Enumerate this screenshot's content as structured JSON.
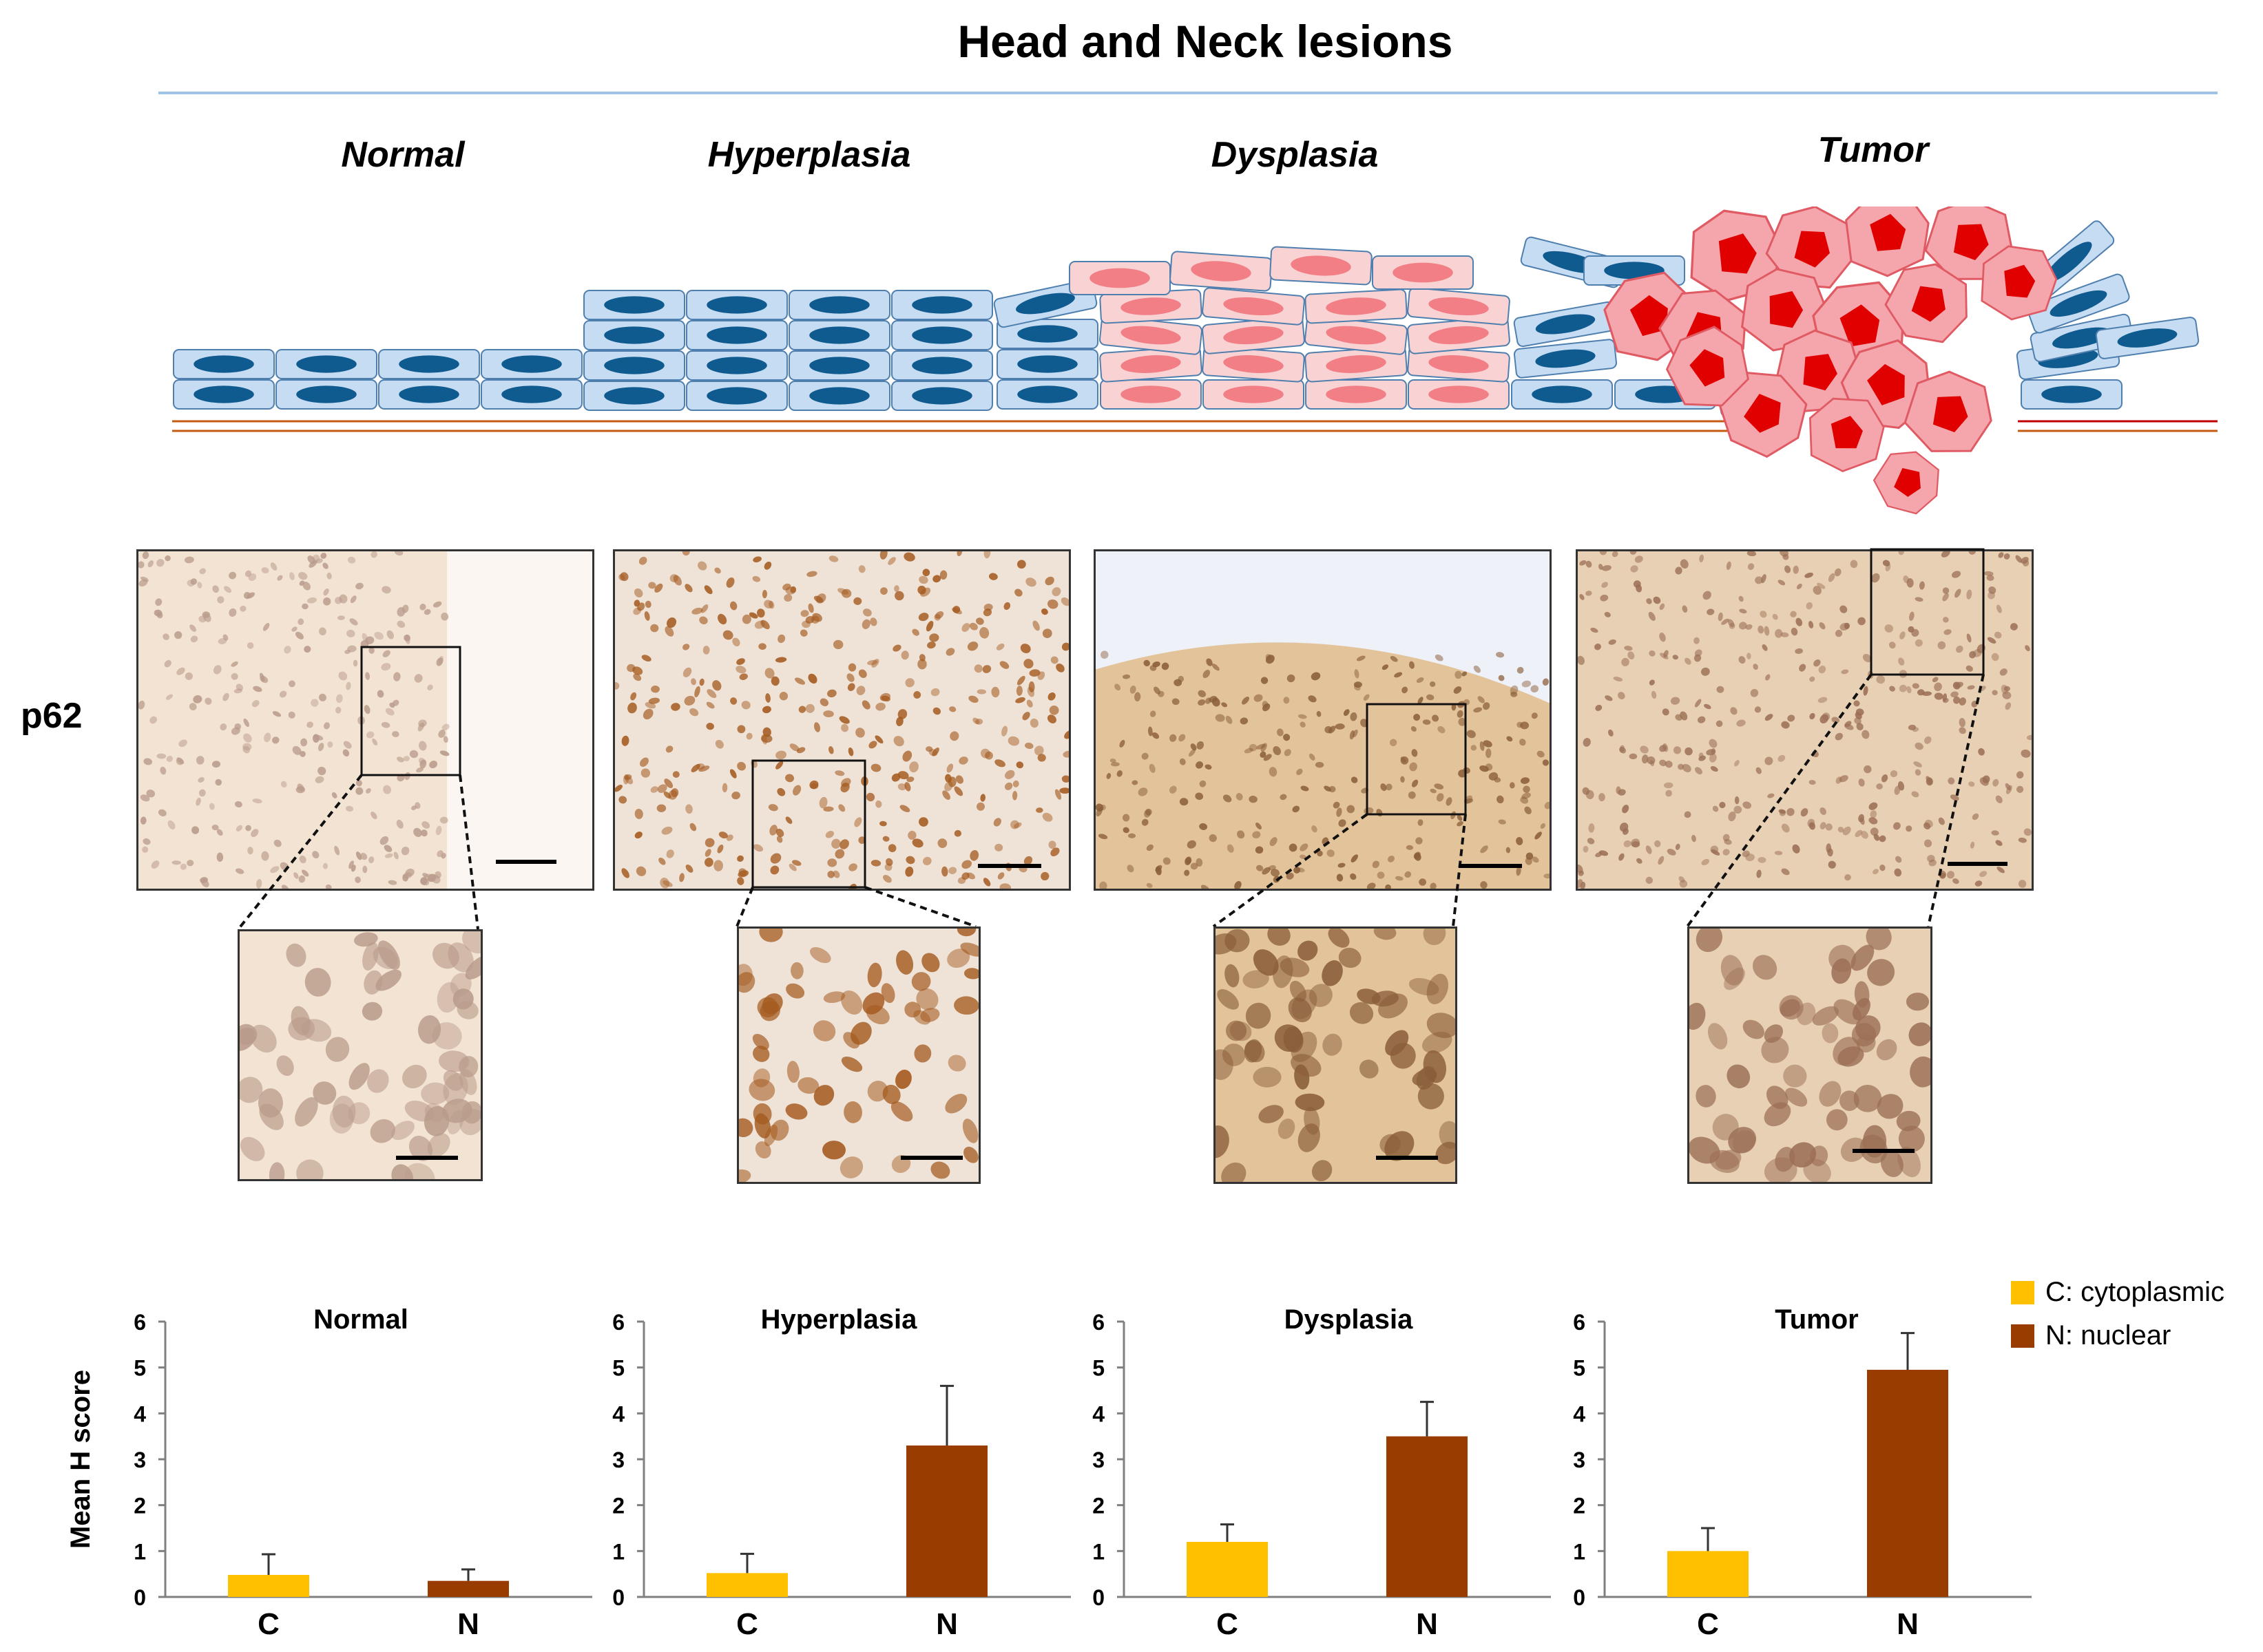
{
  "figure": {
    "title": "Head and Neck lesions",
    "stages": [
      "Normal",
      "Hyperplasia",
      "Dysplasia",
      "Tumor"
    ],
    "row_label": "p62"
  },
  "colors": {
    "normal_cell_fill": "#c5dcf2",
    "normal_nucleus": "#0f5a8f",
    "dysplasia_cell_fill": "#f9d3d3",
    "dysplasia_nucleus": "#f27e86",
    "tumor_cell_fill": "#f5a6ac",
    "tumor_nucleus": "#e00000",
    "tissue_stain": "#e9c7a6",
    "cytoplasmic": "#ffc000",
    "nuclear": "#983c00"
  },
  "legend": {
    "cytoplasmic": "C: cytoplasmic",
    "nuclear": "N: nuclear"
  },
  "chart_data": [
    {
      "type": "bar",
      "title": "Normal",
      "ylabel": "Mean H score",
      "ylim": [
        0,
        6
      ],
      "yticks": [
        0,
        1,
        2,
        3,
        4,
        5,
        6
      ],
      "categories": [
        "C",
        "N"
      ],
      "values": [
        0.48,
        0.35
      ],
      "errors": [
        0.45,
        0.25
      ]
    },
    {
      "type": "bar",
      "title": "Hyperplasia",
      "ylabel": "",
      "ylim": [
        0,
        6
      ],
      "yticks": [
        0,
        1,
        2,
        3,
        4,
        5,
        6
      ],
      "categories": [
        "C",
        "N"
      ],
      "values": [
        0.52,
        3.3
      ],
      "errors": [
        0.42,
        1.3
      ]
    },
    {
      "type": "bar",
      "title": "Dysplasia",
      "ylabel": "",
      "ylim": [
        0,
        6
      ],
      "yticks": [
        0,
        1,
        2,
        3,
        4,
        5,
        6
      ],
      "categories": [
        "C",
        "N"
      ],
      "values": [
        1.2,
        3.5
      ],
      "errors": [
        0.38,
        0.75
      ]
    },
    {
      "type": "bar",
      "title": "Tumor",
      "ylabel": "",
      "ylim": [
        0,
        6
      ],
      "yticks": [
        0,
        1,
        2,
        3,
        4,
        5,
        6
      ],
      "categories": [
        "C",
        "N"
      ],
      "values": [
        1.0,
        4.95
      ],
      "errors": [
        0.5,
        0.8
      ]
    }
  ]
}
